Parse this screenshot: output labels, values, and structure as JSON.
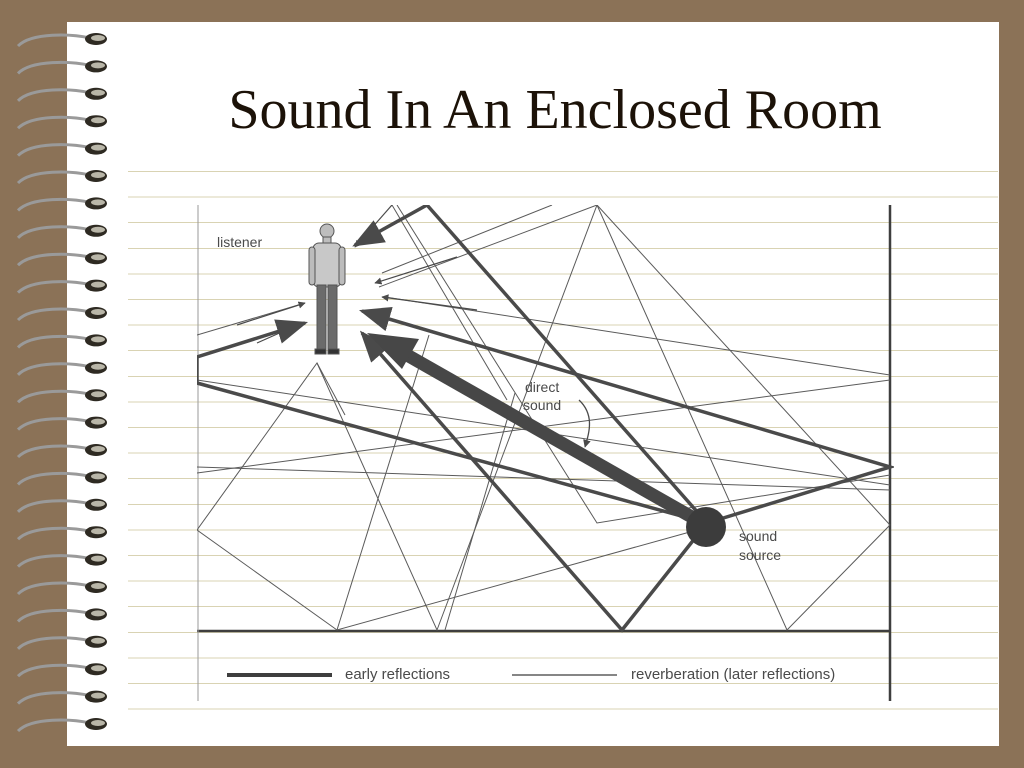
{
  "slide": {
    "title": "Sound In An Enclosed Room"
  },
  "diagram": {
    "labels": {
      "listener": "listener",
      "direct_line1": "direct",
      "direct_line2": "sound",
      "source_line1": "sound",
      "source_line2": "source"
    },
    "legend": {
      "early": "early reflections",
      "reverb": "reverberation (later reflections)"
    }
  },
  "colors": {
    "background": "#8b7257",
    "ink": "#545454",
    "title": "#1c1208"
  }
}
